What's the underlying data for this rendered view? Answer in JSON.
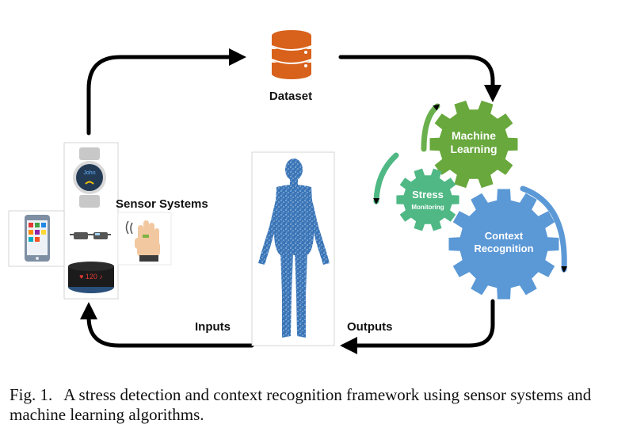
{
  "labels": {
    "dataset": "Dataset",
    "sensor_systems": "Sensor Systems",
    "inputs": "Inputs",
    "outputs": "Outputs",
    "gear_machine_learning": [
      "Machine",
      "Learning"
    ],
    "gear_stress": [
      "Stress",
      "Monitoring"
    ],
    "gear_context": [
      "Context",
      "Recognition"
    ],
    "watch_text": "John",
    "band_text": "♥ 120 ♪"
  },
  "caption": {
    "number": "Fig. 1.",
    "text": "A stress detection and context recognition framework using sensor systems and machine learning algorithms."
  },
  "colors": {
    "dataset": "#d8611b",
    "gear_machine_learning": "#68a83c",
    "gear_stress": "#4fb884",
    "gear_context": "#5b98d6",
    "body": "#3a75b7",
    "arrow": "#000000"
  },
  "icons": [
    "database-icon",
    "smartwatch-icon",
    "smartphone-icon",
    "smart-glasses-icon",
    "fitness-band-icon",
    "gesture-hand-icon",
    "human-body-icon"
  ]
}
